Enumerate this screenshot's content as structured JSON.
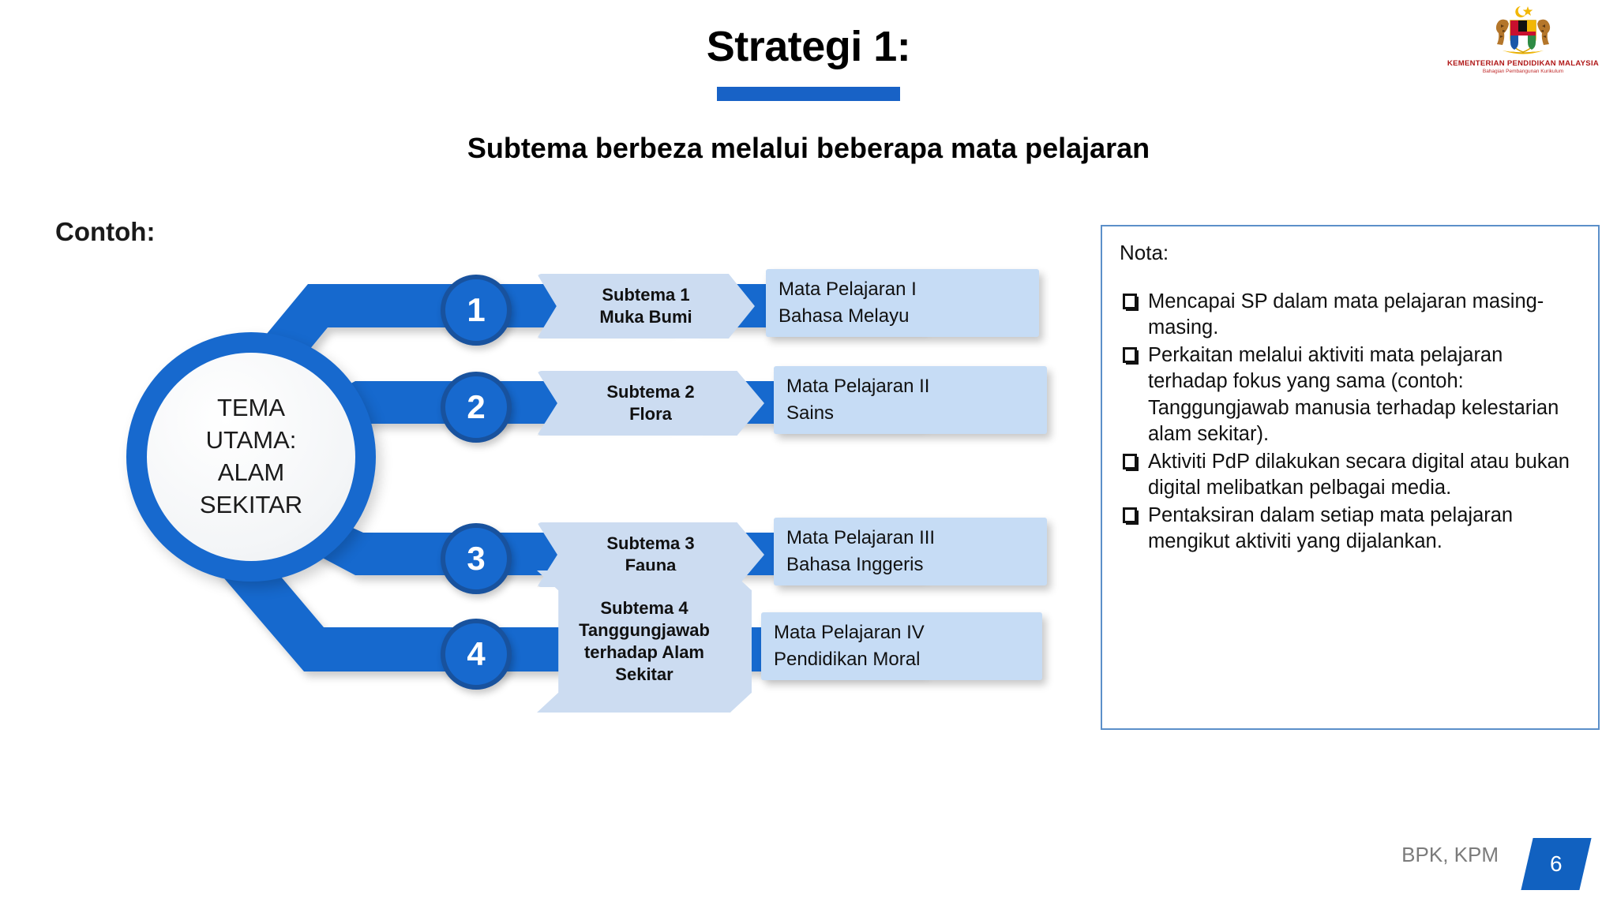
{
  "logo": {
    "line1": "KEMENTERIAN PENDIDIKAN MALAYSIA",
    "line2": "Bahagian Pembangunan Kurikulum",
    "icon": "malaysia-coat-of-arms"
  },
  "header": {
    "title": "Strategi 1:",
    "subtitle": "Subtema berbeza melalui beberapa mata pelajaran"
  },
  "example_label": "Contoh:",
  "diagram": {
    "hub_lines": [
      "TEMA",
      "UTAMA:",
      "ALAM",
      "SEKITAR"
    ],
    "branches": [
      {
        "number": "1",
        "subtema_lines": [
          "Subtema 1",
          "Muka Bumi"
        ],
        "subject_lines": [
          "Mata Pelajaran I",
          "Bahasa Melayu"
        ]
      },
      {
        "number": "2",
        "subtema_lines": [
          "Subtema 2",
          "Flora"
        ],
        "subject_lines": [
          "Mata Pelajaran II",
          "Sains"
        ]
      },
      {
        "number": "3",
        "subtema_lines": [
          "Subtema 3",
          "Fauna"
        ],
        "subject_lines": [
          "Mata Pelajaran III",
          "Bahasa Inggeris"
        ]
      },
      {
        "number": "4",
        "subtema_lines": [
          "Subtema 4",
          "Tanggungjawab",
          "terhadap Alam",
          "Sekitar"
        ],
        "subject_lines": [
          "Mata Pelajaran IV",
          "Pendidikan Moral"
        ]
      }
    ]
  },
  "nota": {
    "title": "Nota:",
    "items": [
      "Mencapai SP dalam mata pelajaran masing-masing.",
      "Perkaitan melalui aktiviti mata pelajaran terhadap  fokus yang sama (contoh: Tanggungjawab manusia terhadap kelestarian alam sekitar).",
      "Aktiviti PdP dilakukan secara digital atau bukan digital melibatkan pelbagai media.",
      "Pentaksiran dalam setiap mata pelajaran mengikut aktiviti yang dijalankan."
    ]
  },
  "footer": {
    "organisation": "BPK, KPM",
    "page_number": "6"
  },
  "colors": {
    "accent_blue": "#1769ce",
    "deep_blue": "#18529e",
    "title_bar_blue": "#1862c6",
    "chevron_fill": "#ccdcf1",
    "subject_fill": "#c6dcf5",
    "nota_border": "#5b8fc9",
    "page_tab": "#1161c0",
    "footer_gray": "#7b7b7b"
  }
}
